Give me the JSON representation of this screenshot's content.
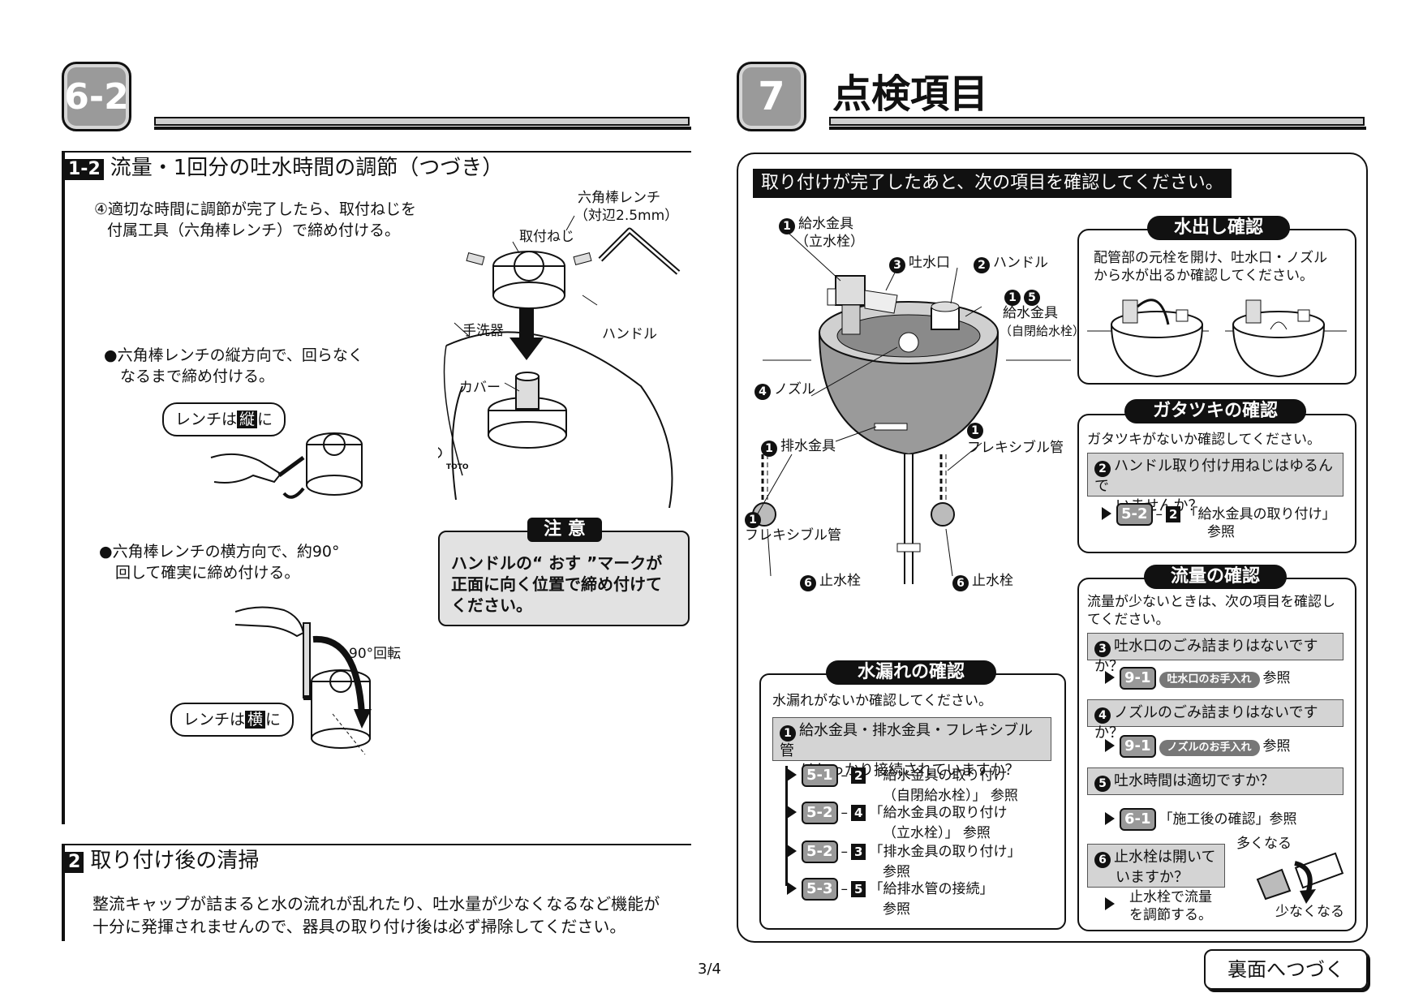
{
  "left": {
    "badge": "6-2",
    "section1": {
      "num": "1-2",
      "title": "流量・1回分の吐水時間の調節（つづき）",
      "step4_line1": "④適切な時間に調節が完了したら、取付ねじを",
      "step4_line2": "付属工具（六角棒レンチ）で締め付ける。",
      "bullet1_line1": "●六角棒レンチの縦方向で、回らなく",
      "bullet1_line2": "なるまで締め付ける。",
      "callout_vertical_pre": "レンチは",
      "callout_vertical_key": "縦",
      "callout_vertical_post": "に",
      "bullet2_line1": "●六角棒レンチの横方向で、約90°",
      "bullet2_line2": "回して確実に締め付ける。",
      "rotate_label": "90°回転",
      "callout_horizontal_pre": "レンチは",
      "callout_horizontal_key": "横",
      "callout_horizontal_post": "に",
      "label_wrench_1": "六角棒レンチ",
      "label_wrench_2": "（対辺2.5mm）",
      "label_screw": "取付ねじ",
      "label_handle": "ハンドル",
      "label_basin": "手洗器",
      "label_cover": "カバー",
      "brand": "TOTO",
      "caution_title": "注 意",
      "caution_line1": "ハンドルの“ おす ”マークが",
      "caution_line2": "正面に向く位置で締め付けて",
      "caution_line3": "ください。"
    },
    "section2": {
      "num": "2",
      "title": "取り付け後の清掃",
      "line1": "整流キャップが詰まると水の流れが乱れたり、吐水量が少なくなるなど機能が",
      "line2": "十分に発揮されませんので、器具の取り付け後は必ず掃除してください。"
    }
  },
  "right": {
    "badge": "7",
    "title": "点検項目",
    "intro": "取り付けが完了したあと、次の項目を確認してください。",
    "diagram": {
      "l1_num": "1",
      "l1a": "給水金具",
      "l1b": "（立水栓）",
      "l3_num": "3",
      "l3": "吐水口",
      "l2_num": "2",
      "l2": "ハンドル",
      "l15_num_a": "1",
      "l15_num_b": "5",
      "l15a": "給水金具",
      "l15b": "（自閉給水栓）",
      "l4_num": "4",
      "l4": "ノズル",
      "ldrain_num": "1",
      "ldrain": "排水金具",
      "lflex_r_num": "1",
      "lflex_r": "フレキシブル管",
      "lflex_l_num": "1",
      "lflex_l": "フレキシブル管",
      "lstop_l_num": "6",
      "lstop_l": "止水栓",
      "lstop_r_num": "6",
      "lstop_r": "止水栓"
    },
    "leak": {
      "title": "水漏れの確認",
      "desc": "水漏れがないか確認してください。",
      "q_num": "1",
      "q_line1": "給水金具・排水金具・フレキシブル管",
      "q_line2": "はしっかり接続されていますか？",
      "refs": [
        {
          "badge": "5-1",
          "num": "2",
          "text1": "「給水金具の取り付け",
          "text2": "（自閉給水栓）」 参照"
        },
        {
          "badge": "5-2",
          "num": "4",
          "text1": "「給水金具の取り付け",
          "text2": "（立水栓）」 参照"
        },
        {
          "badge": "5-2",
          "num": "3",
          "text1": "「排水金具の取り付け」",
          "text2": "参照"
        },
        {
          "badge": "5-3",
          "num": "5",
          "text1": "「給排水管の接続」",
          "text2": "参照"
        }
      ]
    },
    "waterout": {
      "title": "水出し確認",
      "line1": "配管部の元栓を開け、吐水口・ノズル",
      "line2": "から水が出るか確認してください。"
    },
    "wobble": {
      "title": "ガタツキの確認",
      "desc": "ガタツキがないか確認してください。",
      "q_num": "2",
      "q_line1": "ハンドル取り付け用ねじはゆるんで",
      "q_line2": "いませんか？",
      "ref_badge": "5-2",
      "ref_num": "2",
      "ref_text": "「給水金具の取り付け」",
      "ref_tail": "参照"
    },
    "flow": {
      "title": "流量の確認",
      "desc1": "流量が少ないときは、次の項目を確認し",
      "desc2": "てください。",
      "q3_num": "3",
      "q3": "吐水口のごみ詰まりはないですか？",
      "r3_badge": "9-1",
      "r3_pill": "吐水口のお手入れ",
      "r3_tail": "参照",
      "q4_num": "4",
      "q4": "ノズルのごみ詰まりはないですか？",
      "r4_badge": "9-1",
      "r4_pill": "ノズルのお手入れ",
      "r4_tail": "参照",
      "q5_num": "5",
      "q5": "吐水時間は適切ですか？",
      "r5_badge": "6-1",
      "r5_text": "「施工後の確認」参照",
      "q6_num": "6",
      "q6_line1": "止水栓は開いて",
      "q6_line2": "いますか？",
      "r6_line1": "止水栓で流量",
      "r6_line2": "を調節する。",
      "more": "多くなる",
      "less": "少なくなる"
    },
    "continue": "裏面へつづく"
  },
  "page_number": "3/4"
}
